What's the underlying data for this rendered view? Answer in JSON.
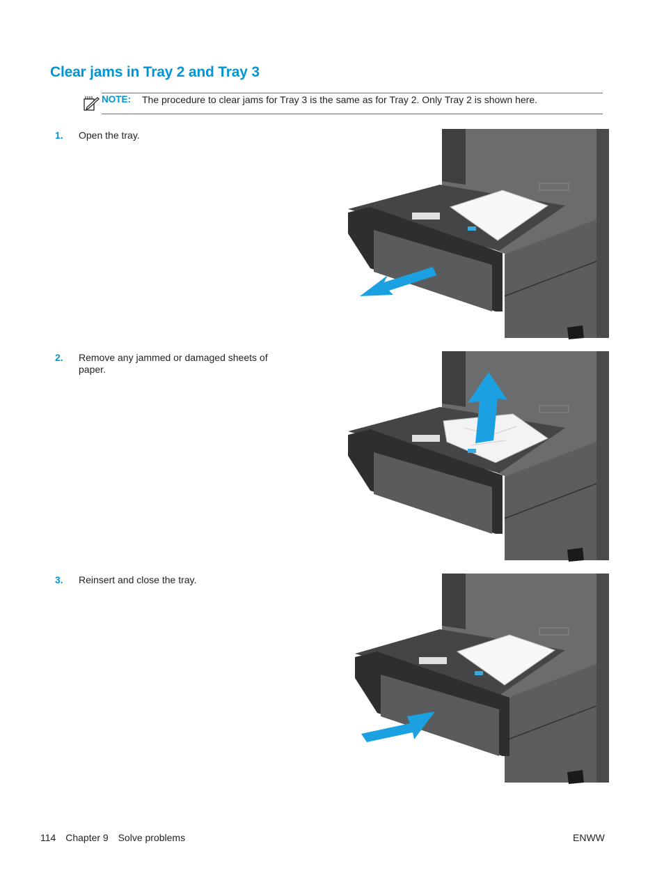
{
  "title": "Clear jams in Tray 2 and Tray 3",
  "note": {
    "label": "NOTE:",
    "text": "The procedure to clear jams for Tray 3 is the same as for Tray 2. Only Tray 2 is shown here."
  },
  "steps": [
    {
      "number": "1.",
      "text": "Open the tray.",
      "arrow": "out"
    },
    {
      "number": "2.",
      "text": "Remove any jammed or damaged sheets of paper.",
      "arrow": "up"
    },
    {
      "number": "3.",
      "text": "Reinsert and close the tray.",
      "arrow": "in"
    }
  ],
  "footer": {
    "page": "114",
    "chapter": "Chapter 9",
    "section": "Solve problems",
    "right": "ENWW"
  },
  "colors": {
    "accent": "#0096d6",
    "printer_body": "#6b6c6e",
    "arrow": "#1ba1e2"
  }
}
